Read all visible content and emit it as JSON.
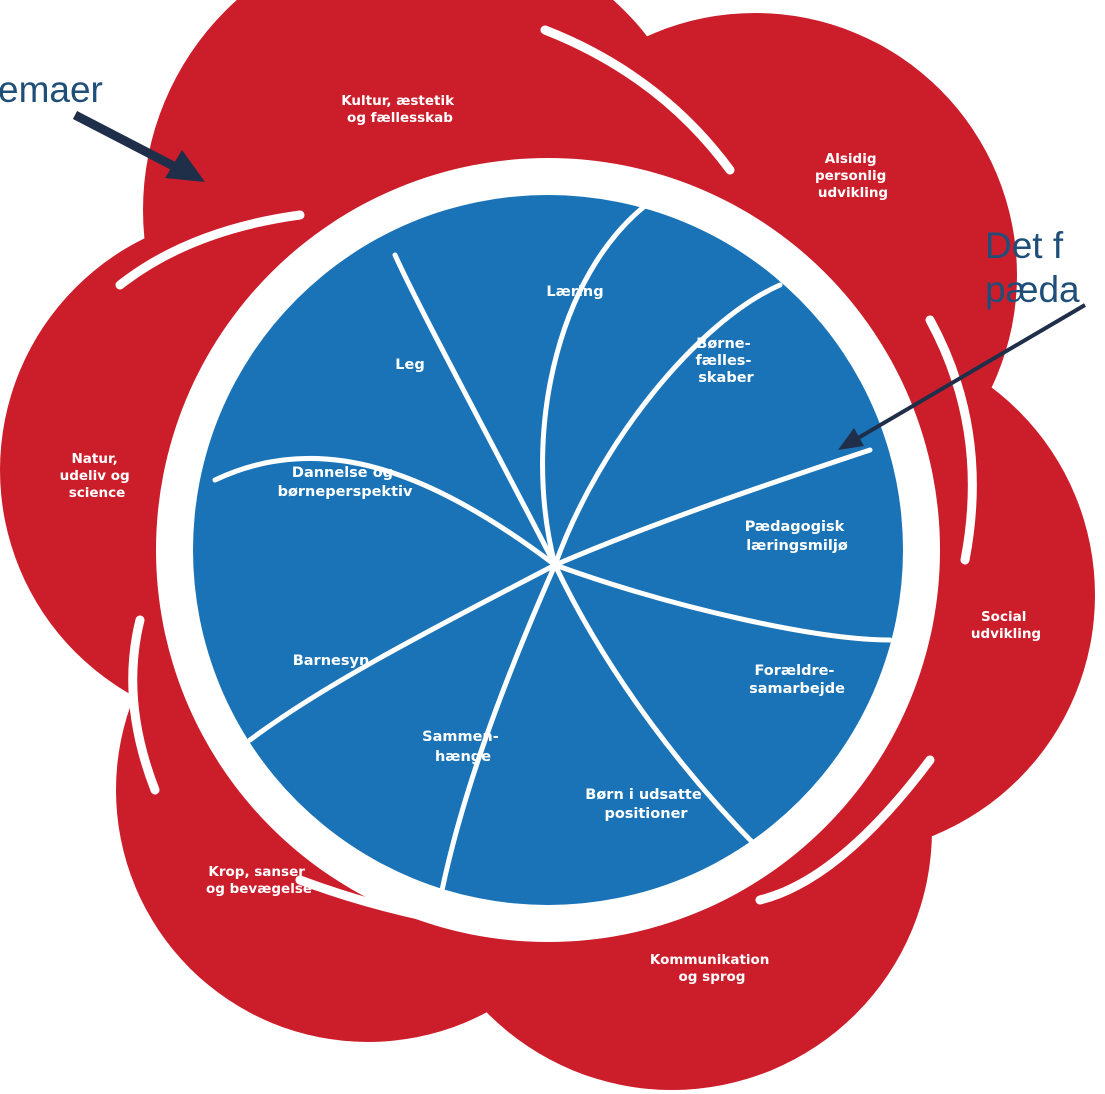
{
  "colors": {
    "red": "#cc1d2b",
    "blue": "#1a73b6",
    "arrow": "#1f2f4a",
    "callout_text": "#1f4e79",
    "white": "#ffffff"
  },
  "callouts": {
    "left": "emaer",
    "right_line1": "Det f",
    "right_line2": "pæda"
  },
  "themes": {
    "kultur": [
      "Kultur, æstetik",
      "og fællesskab"
    ],
    "alsidig": [
      "Alsidig",
      "personlig",
      "udvikling"
    ],
    "natur": [
      "Natur,",
      "udeliv og",
      "science"
    ],
    "social": [
      "Social",
      "udvikling"
    ],
    "krop": [
      "Krop, sanser",
      "og bevægelse"
    ],
    "kommunikation": [
      "Kommunikation",
      "og sprog"
    ]
  },
  "elements": {
    "laering": [
      "Læring"
    ],
    "leg": [
      "Leg"
    ],
    "boernefaelles": [
      "Børne-",
      "fælles-",
      "skaber"
    ],
    "dannelse": [
      "Dannelse og",
      "børneperspektiv"
    ],
    "paedagogisk": [
      "Pædagogisk",
      "læringsmiljø"
    ],
    "barnesyn": [
      "Barnesyn"
    ],
    "sammen": [
      "Sammen-",
      "hænge"
    ],
    "foraeldre": [
      "Forældre-",
      "samarbejde"
    ],
    "boern_udsatte": [
      "Børn i udsatte",
      "positioner"
    ]
  }
}
